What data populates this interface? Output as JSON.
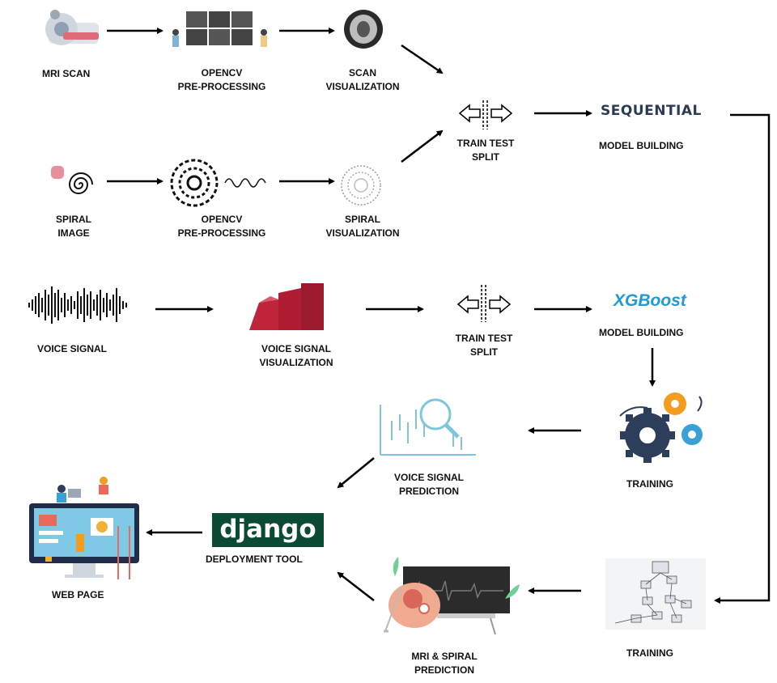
{
  "labels": {
    "mri_scan": [
      "MRI SCAN"
    ],
    "opencv_1": [
      "OPENCV",
      "PRE-PROCESSING"
    ],
    "scan_vis": [
      "SCAN",
      "VISUALIZATION"
    ],
    "train_test_1": [
      "TRAIN TEST",
      "SPLIT"
    ],
    "model_building_1": [
      "MODEL BUILDING"
    ],
    "spiral_image": [
      "SPIRAL",
      "IMAGE"
    ],
    "opencv_2": [
      "OPENCV",
      "PRE-PROCESSING"
    ],
    "spiral_vis": [
      "SPIRAL",
      "VISUALIZATION"
    ],
    "voice_signal": [
      "VOICE SIGNAL"
    ],
    "voice_vis": [
      "VOICE SIGNAL",
      "VISUALIZATION"
    ],
    "train_test_2": [
      "TRAIN TEST",
      "SPLIT"
    ],
    "model_building_2": [
      "MODEL BUILDING"
    ],
    "training_1": [
      "TRAINING"
    ],
    "voice_pred": [
      "VOICE SIGNAL",
      "PREDICTION"
    ],
    "deployment": [
      "DEPLOYMENT TOOL"
    ],
    "web_page": [
      "WEB PAGE"
    ],
    "mri_spiral_pred": [
      "MRI & SPIRAL",
      "PREDICTION"
    ],
    "training_2": [
      "TRAINING"
    ]
  },
  "logos": {
    "sequential": "SEQUENTIAL",
    "xgboost": "XGBoost",
    "django": "django"
  },
  "icons": [
    "mri-scanner-icon",
    "opencv-screens-icon",
    "brain-scan-icon",
    "split-arrows-icon",
    "hand-spiral-icon",
    "spiral-wave-icon",
    "spiral-thumbnail-icon",
    "waveform-icon",
    "bar-chart-icon",
    "split-arrows-icon",
    "gears-icon",
    "analytics-magnifier-icon",
    "webpage-illustration-icon",
    "brain-monitor-icon",
    "network-graph-icon"
  ],
  "colors": {
    "sequential": "#2b3a55",
    "xgboost": "#1e9ad6",
    "django_bg": "#0c4b33",
    "gear_dark": "#2d3e5a",
    "gear_orange": "#f39c1f",
    "gear_blue": "#3aa0d8",
    "chart_red": "#c0243a"
  }
}
